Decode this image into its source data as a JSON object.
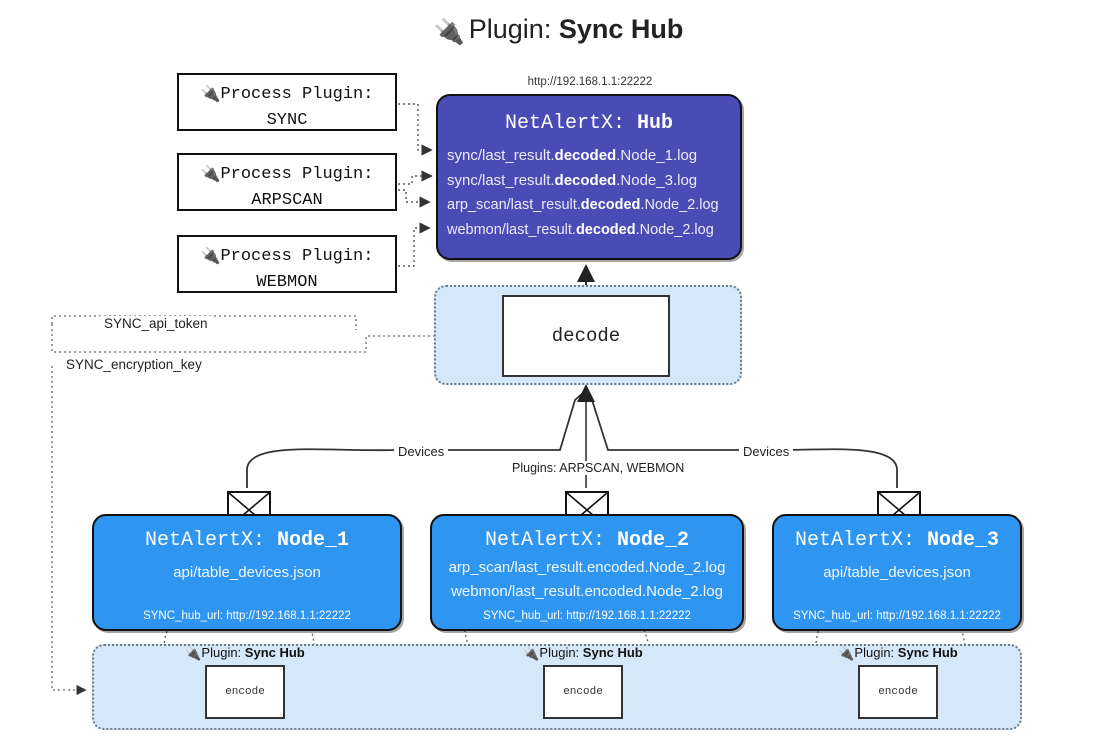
{
  "title": {
    "prefix": "Plugin: ",
    "name": "Sync Hub",
    "icon": "plug-icon"
  },
  "process_plugins": [
    {
      "label": "Process Plugin:",
      "name": "SYNC"
    },
    {
      "label": "Process Plugin:",
      "name": "ARPSCAN"
    },
    {
      "label": "Process Plugin:",
      "name": "WEBMON"
    }
  ],
  "hub": {
    "url": "http://192.168.1.1:22222",
    "app": "NetAlertX: ",
    "name": "Hub",
    "logs": [
      {
        "pre": "sync/last_result.",
        "mid": "decoded",
        "post": ".Node_1.log"
      },
      {
        "pre": "sync/last_result.",
        "mid": "decoded",
        "post": ".Node_3.log"
      },
      {
        "pre": "arp_scan/last_result.",
        "mid": "decoded",
        "post": ".Node_2.log"
      },
      {
        "pre": "webmon/last_result.",
        "mid": "decoded",
        "post": ".Node_2.log"
      }
    ]
  },
  "decode": {
    "label": "decode"
  },
  "keys": {
    "api_token": "SYNC_api_token",
    "encryption_key": "SYNC_encryption_key"
  },
  "edge_labels": {
    "devices_left": "Devices",
    "devices_right": "Devices",
    "plugins_center": "Plugins: ARPSCAN, WEBMON"
  },
  "nodes": [
    {
      "app": "NetAlertX: ",
      "name": "Node_1",
      "lines": [
        "api/table_devices.json"
      ],
      "hub_url": "SYNC_hub_url: http://192.168.1.1:22222"
    },
    {
      "app": "NetAlertX: ",
      "name": "Node_2",
      "lines": [
        "arp_scan/last_result.encoded.Node_2.log",
        "webmon/last_result.encoded.Node_2.log"
      ],
      "hub_url": "SYNC_hub_url: http://192.168.1.1:22222"
    },
    {
      "app": "NetAlertX: ",
      "name": "Node_3",
      "lines": [
        "api/table_devices.json"
      ],
      "hub_url": "SYNC_hub_url: http://192.168.1.1:22222"
    }
  ],
  "encode_subgraphs": [
    {
      "title_prefix": "Plugin: ",
      "title_name": "Sync Hub",
      "box": "encode"
    },
    {
      "title_prefix": "Plugin: ",
      "title_name": "Sync Hub",
      "box": "encode"
    },
    {
      "title_prefix": "Plugin: ",
      "title_name": "Sync Hub",
      "box": "encode"
    }
  ],
  "colors": {
    "hub": "#4a4cb5",
    "node": "#2e95f0",
    "container": "#d5e8fa",
    "stroke": "#111111",
    "dotted": "#6e7b86"
  }
}
